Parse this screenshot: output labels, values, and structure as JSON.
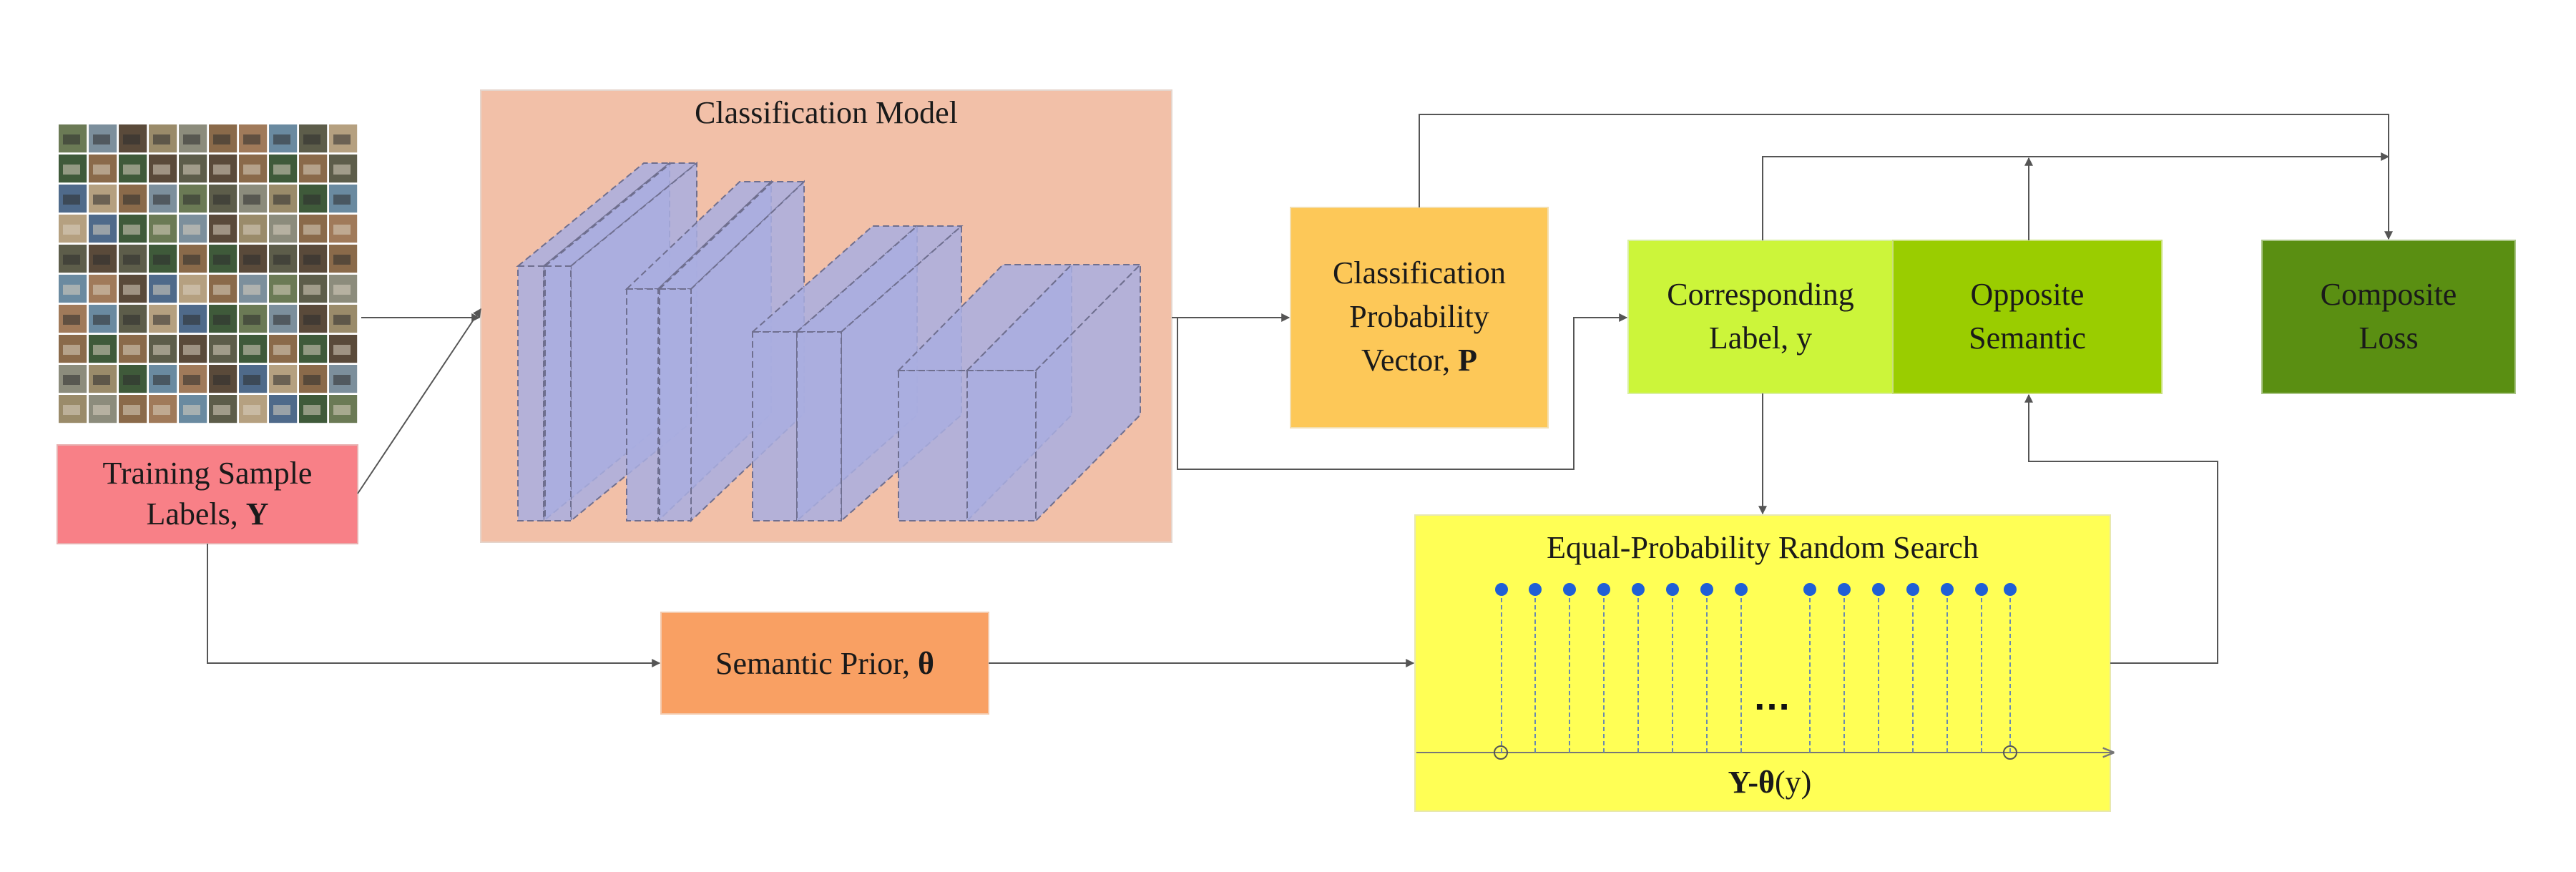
{
  "diagram": {
    "training": {
      "line1": "Training Sample",
      "line2": "Labels, ",
      "line2_bold": "Y"
    },
    "model": {
      "title": "Classification Model"
    },
    "prob": {
      "line1": "Classification",
      "line2": "Probability",
      "line3": "Vector, ",
      "line3_bold": "P"
    },
    "corresponding": {
      "line1": "Corresponding",
      "line2": "Label, y"
    },
    "opposite": {
      "line1": "Opposite",
      "line2": "Semantic"
    },
    "composite": {
      "line1": "Composite",
      "line2": "Loss"
    },
    "prior": {
      "text": "Semantic Prior, ",
      "bold": "θ"
    },
    "search": {
      "title": "Equal-Probability Random Search",
      "ellipsis": "…",
      "axis_bold": "Y-θ",
      "axis_rest": "(y)"
    }
  },
  "colors": {
    "training": "#f88087",
    "model": "#f2c0a8",
    "layer": "#a9aee0",
    "prob": "#fdc858",
    "corresponding": "#ccf53a",
    "opposite": "#9acd00",
    "composite": "#5a8f12",
    "prior": "#f9a063",
    "search": "#ffff55",
    "dot": "#1f5fd6",
    "arrow": "#555555"
  },
  "icons": [
    "sample-image-grid"
  ]
}
